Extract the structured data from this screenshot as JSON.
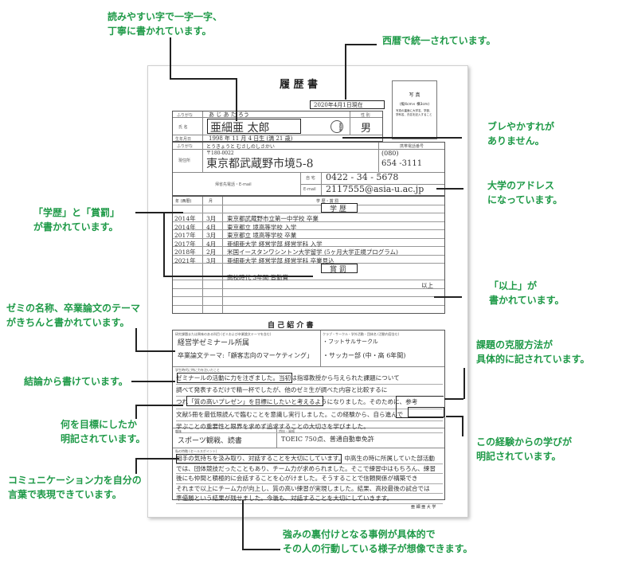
{
  "annotations": {
    "handwriting": [
      "読みやすい字で一字一字、",
      "丁寧に書かれています。"
    ],
    "western_year": "西暦で統一されています。",
    "stamp": [
      "ブレやかすれが",
      "ありません。"
    ],
    "email": [
      "大学のアドレス",
      "になっています。"
    ],
    "history": [
      "「学歴」と「賞罰」",
      "が書かれています。"
    ],
    "ijo": [
      "「以上」が",
      "書かれています。"
    ],
    "seminar": [
      "ゼミの名称、卒業論文のテーマ",
      "がきちんと書かれています。"
    ],
    "conclusion": "結論から書けています。",
    "goal": [
      "何を目標にしたか",
      "明記されています。"
    ],
    "overcome": [
      "課題の克服方法が",
      "具体的に記されています。"
    ],
    "learning": [
      "この経験からの学びが",
      "明記されています。"
    ],
    "communication": [
      "コミュニケーション力を自分の",
      "言葉で表現できています。"
    ],
    "evidence": [
      "強みの裏付けとなる事例が具体的で",
      "その人の行動している様子が想像できます。"
    ]
  },
  "resume": {
    "title": "履 歴 書",
    "date": "2020年4月1日現在",
    "photo": {
      "title": "写 真",
      "size": "(縦4cm× 横3cm)",
      "note": "写真の裏面に大学名、学部、学科名、氏名を記入すること"
    },
    "labels": {
      "furigana": "ふりがな",
      "name": "氏 名",
      "birth": "生年月日",
      "gender": "性 別",
      "address": "現住所",
      "mobile": "携帯電話番号",
      "contact": "帰省先電話・E-mail",
      "home": "自 宅",
      "email": "E-mail",
      "year": "年 (西暦)",
      "month": "月",
      "history": "学 歴・賞 罰"
    },
    "furigana_name": "あ じ あ  た ろう",
    "name": "亜細亜  太郎",
    "stamp": "亜細亜",
    "gender": "男",
    "birth": "1998 年  11 月  4 日生 (満 21 歳)",
    "furigana_address": "とうきょうと むさしのしさかい",
    "postal": "〒180-0022",
    "address": "東京都武蔵野市境5-8",
    "mobile": [
      "(080)",
      "654 -3111"
    ],
    "home_phone": "0422 - 34 - 5678",
    "email": "2117555@asia-u.ac.jp",
    "education_heading": "学 歴",
    "history": [
      {
        "year": "2014年",
        "month": "3月",
        "text": "東京都武蔵野市立第一中学校 卒業"
      },
      {
        "year": "2014年",
        "month": "4月",
        "text": "東京都立 境高等学校 入学"
      },
      {
        "year": "2017年",
        "month": "3月",
        "text": "東京都立 境高等学校 卒業"
      },
      {
        "year": "2017年",
        "month": "4月",
        "text": "亜細亜大学 経営学部 経営学科 入学"
      },
      {
        "year": "2018年",
        "month": "2月",
        "text": "米国イースタンワシントン大学留学 (5ヶ月大学正規プログラム)"
      },
      {
        "year": "2021年",
        "month": "3月",
        "text": "亜細亜大学 経営学部 経営学科 卒業見込"
      }
    ],
    "awards_heading": "賞 罰",
    "award": "高校時代 3年間 皆勤賞",
    "ijo": "以上",
    "self_title": "自 己 紹 介 書",
    "research_label": "研究課題または興味のある科目 (ゼミおよび卒業論文テーマを含む)",
    "research": [
      "経営学ゼミナール所属",
      "卒業論文テーマ:「顧客志向のマーケティング」"
    ],
    "club_label": "クラブ・サークル・学外活動・団体名 (活動内容含む)",
    "club": [
      "・フットサルサークル",
      "・サッカー部 (中・高 6年間)"
    ],
    "effort_label": "学生時代に特に力を注いだこと",
    "effort": [
      "ゼミナールの活動に力を注ぎました。当初は指導教授から与えられた課題について",
      "調べて発表するだけで精一杯でしたが、他のゼミ生が調べた内容と比較するに",
      "つれ「質の高いプレゼン」を目標にしたいと考えるようになりました。そのために、参考",
      "文献5冊を最低限読んで臨むことを意識し実行しました。この経験から、自ら進んで",
      "学ぶことの重要性と限界を求めず追求することの大切さを学びました。"
    ],
    "hobby_label": "趣味",
    "hobby": "スポーツ観戦、読書",
    "skill_label": "特技・資格",
    "skill": "TOEIC 750点、普通自動車免許",
    "feature_label": "私の特徴 (セールスポイント)",
    "feature": [
      "相手の気持ちを汲み取り、対話することを大切にしています。中高生の時に所属していた部活動",
      "では、団体競技だったこともあり、チーム力が求められました。そこで練習中はもちろん、練習",
      "後にも仲間と積極的に会話することを心がけました。そうすることで信頼関係が構築でき",
      "それまで以上にチーム力が向上し、質の高い練習が実現しました。結果、高校最後の試合では",
      "準優勝という結果が残せました。今後も、対話することを大切にしていきます。"
    ],
    "university": "亜 細 亜 大 学"
  },
  "colors": {
    "annotation": "#1f9a48"
  }
}
